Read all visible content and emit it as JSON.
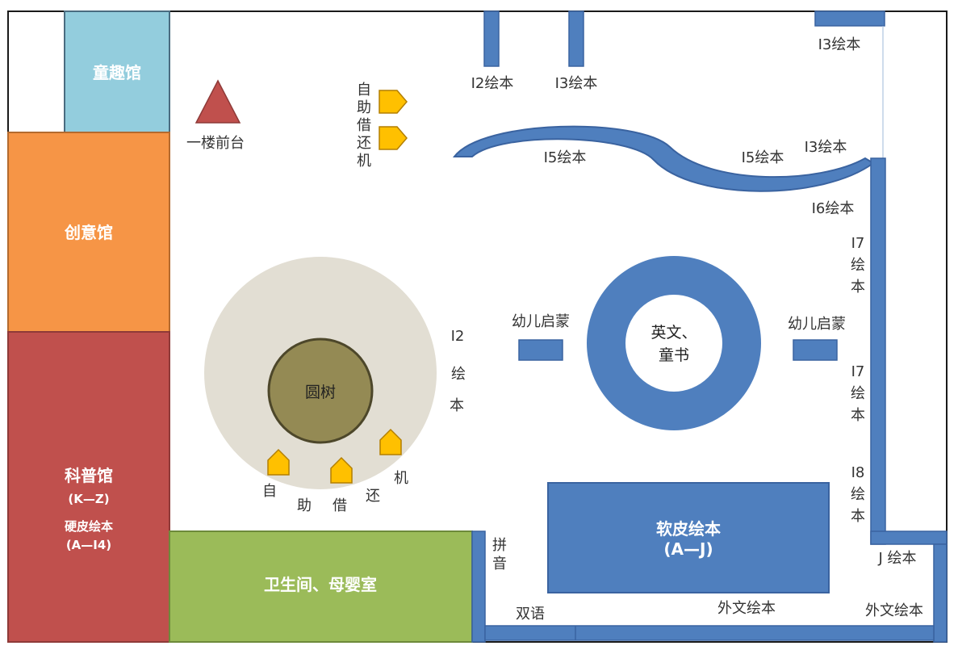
{
  "colors": {
    "wall": "#1a1a1a",
    "shelf": "#4f7fbe",
    "shelf_dark": "#3a63a0",
    "kids_hall": "#93cddd",
    "creative_hall": "#f69546",
    "science_hall": "#c0504d",
    "restroom": "#9bbb59",
    "tree_area": "#e2ded3",
    "tree": "#948a54",
    "kiosk": "#ffc000",
    "front_desk": "#c0504d"
  },
  "rooms": {
    "kids_hall": "童趣馆",
    "creative_hall": "创意馆",
    "science_hall": "科普馆",
    "science_hall_range": "(K—Z)",
    "science_hall_sub": "硬皮绘本",
    "science_hall_sub_range": "(A—I4)",
    "restroom": "卫生间、母婴室"
  },
  "front_desk": {
    "label": "一楼前台",
    "icon": "triangle-marker-icon"
  },
  "kiosk_top": {
    "chars": [
      "自",
      "助",
      "借",
      "还",
      "机"
    ],
    "icon": "pentagon-marker-icon"
  },
  "kiosk_tree": {
    "chars": [
      "自",
      "助",
      "借",
      "还",
      "机"
    ],
    "icon": "pentagon-marker-icon"
  },
  "tree": {
    "label": "圆树"
  },
  "center_ring": {
    "line1": "英文、",
    "line2": "童书"
  },
  "softcover": {
    "line1": "软皮绘本",
    "line2": "(A—J)"
  },
  "shelf_labels": {
    "i2_top": "I2绘本",
    "i3_top": "I3绘本",
    "i3_corner": "I3绘本",
    "i5_left": "I5绘本",
    "i5_right": "I5绘本",
    "i3_curve": "I3绘本",
    "i6": "I6绘本",
    "i7_upper": [
      "I7",
      "绘",
      "本"
    ],
    "i7_lower": [
      "I7",
      "绘",
      "本"
    ],
    "i8": [
      "I8",
      "绘",
      "本"
    ],
    "j": "J  绘本",
    "foreign_mid": "外文绘本",
    "foreign_right": "外文绘本",
    "bilingual": "双语",
    "pinyin": [
      "拼",
      "音"
    ],
    "i2_vertical": [
      "I2",
      "绘",
      "本"
    ],
    "preschool_left": "幼儿启蒙",
    "preschool_right": "幼儿启蒙"
  }
}
